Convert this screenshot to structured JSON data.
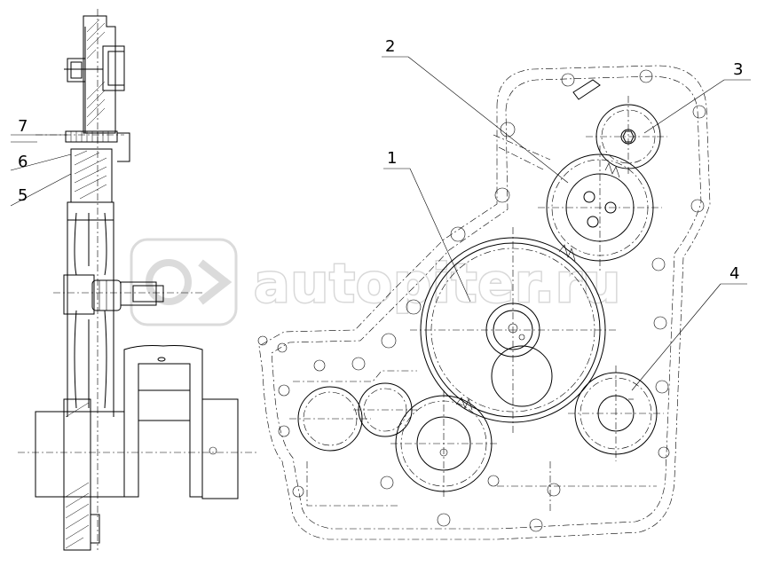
{
  "callouts": {
    "c1": "1",
    "c2": "2",
    "c3": "3",
    "c4": "4",
    "c5": "5",
    "c6": "6",
    "c7": "7"
  },
  "watermark": {
    "text": "autopiter.ru"
  }
}
